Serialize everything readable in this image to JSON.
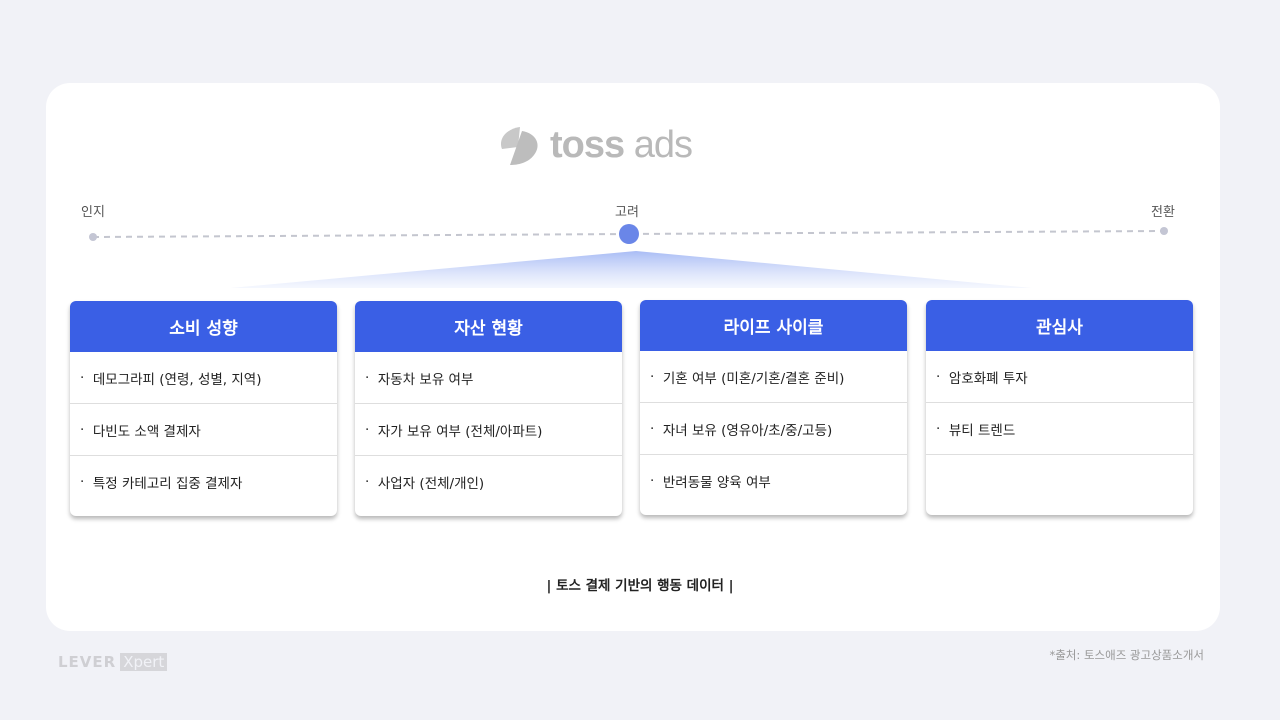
{
  "logo": {
    "text_bold": "toss",
    "text_light": "ads"
  },
  "timeline": {
    "stages": [
      "인지",
      "고려",
      "전환"
    ],
    "active_index": 1
  },
  "cards": [
    {
      "title": "소비 성향",
      "items": [
        "데모그라피 (연령, 성별, 지역)",
        "다빈도 소액 결제자",
        "특정 카테고리 집중 결제자"
      ]
    },
    {
      "title": "자산 현황",
      "items": [
        "자동차 보유 여부",
        "자가 보유 여부 (전체/아파트)",
        "사업자 (전체/개인)"
      ]
    },
    {
      "title": "라이프 사이클",
      "items": [
        "기혼 여부 (미혼/기혼/결혼 준비)",
        "자녀 보유 (영유아/초/중/고등)",
        "반려동물 양육 여부"
      ]
    },
    {
      "title": "관심사",
      "items": [
        "암호화폐 투자",
        "뷰티 트렌드",
        ""
      ]
    }
  ],
  "footer": "|  토스 결제 기반의 행동 데이터  |",
  "brand": {
    "main": "LEVER",
    "sub": "Xpert"
  },
  "source": "*출처: 토스애즈 광고상품소개서",
  "colors": {
    "accent": "#3a5fe5",
    "dot": "#6a86e8"
  }
}
